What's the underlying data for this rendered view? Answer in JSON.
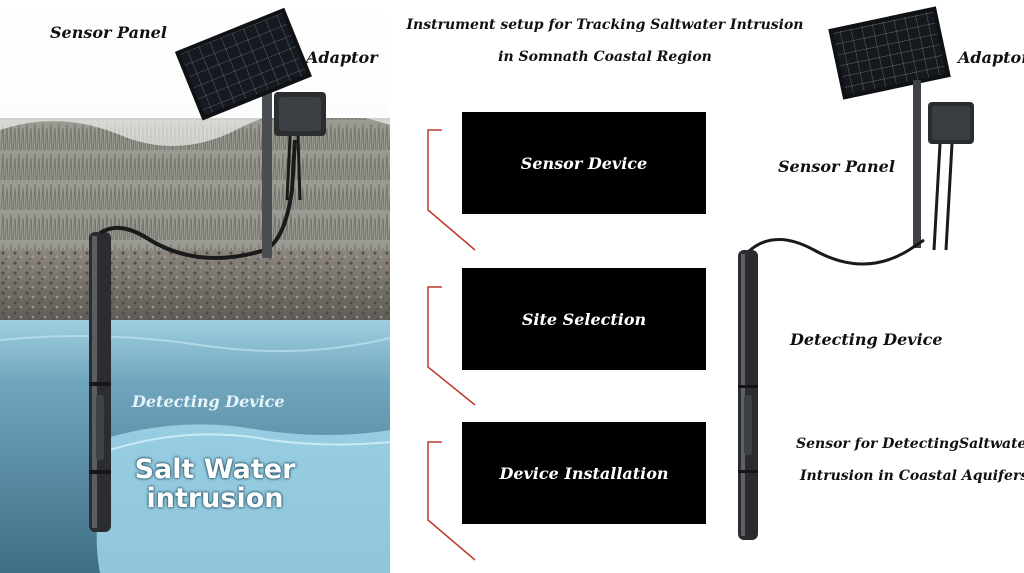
{
  "left_illustration": {
    "sensor_panel_label": "Sensor Panel",
    "adaptor_label": "Adaptor",
    "detecting_device_label": "Detecting Device",
    "salt_water_line1": "Salt Water",
    "salt_water_line2": "intrusion"
  },
  "center": {
    "title_line1": "Instrument setup for Tracking Saltwater Intrusion",
    "title_line2": "in Somnath Coastal Region",
    "steps": [
      {
        "label": "Sensor Device"
      },
      {
        "label": "Site Selection"
      },
      {
        "label": "Device Installation"
      }
    ],
    "connector_color": "#c0392b"
  },
  "right_illustration": {
    "adaptor_label": "Adaptor",
    "sensor_panel_label": "Sensor Panel",
    "detecting_device_label": "Detecting Device",
    "caption_line1": "Sensor for DetectingSaltwater",
    "caption_line2": "Intrusion in Coastal Aquifers"
  },
  "colors": {
    "water_light": "#8fc3d6",
    "water_deep": "#4f7f96",
    "soil": "#7a746c",
    "grass": "#8a8a82",
    "solar_panel": "#1b1f24"
  }
}
